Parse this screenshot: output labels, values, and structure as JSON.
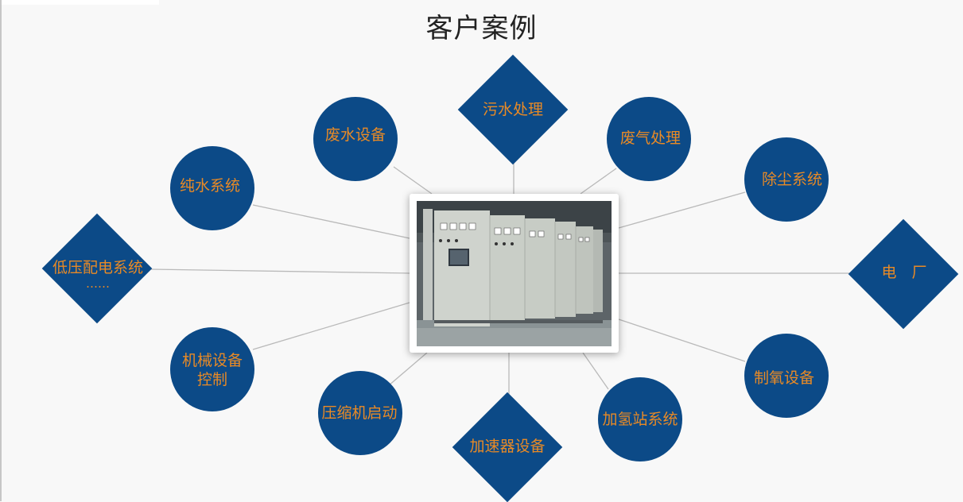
{
  "title": "客户案例",
  "nodes": {
    "wushui": "污水处理",
    "feishui": "废水设备",
    "feiqi": "废气处理",
    "chunshui": "纯水系统",
    "chuchen": "除尘系统",
    "diya": "低压配电系统",
    "diya_more": "……",
    "dianchang": "电　厂",
    "jixie_line1": "机械设备",
    "jixie_line2": "控制",
    "zhiyang": "制氧设备",
    "yasuo": "压缩机启动",
    "jiaqing": "加氢站系统",
    "jiasu": "加速器设备"
  },
  "colors": {
    "node_fill": "#0c4a87",
    "label_text": "#e98a25",
    "connector": "#b9b9b9"
  }
}
